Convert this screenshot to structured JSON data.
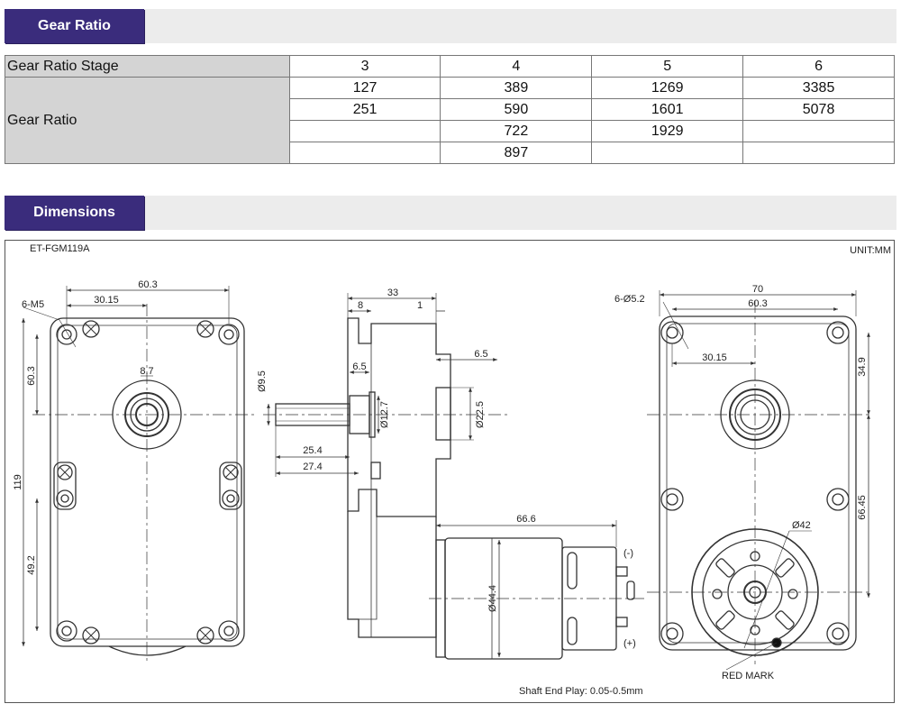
{
  "gear_ratio_section": {
    "title": "Gear Ratio",
    "table": {
      "stage_label": "Gear Ratio Stage",
      "ratio_label": "Gear Ratio",
      "stages": [
        "3",
        "4",
        "5",
        "6"
      ],
      "rows": [
        [
          "127",
          "389",
          "1269",
          "3385"
        ],
        [
          "251",
          "590",
          "1601",
          "5078"
        ],
        [
          "",
          "722",
          "1929",
          ""
        ],
        [
          "",
          "897",
          "",
          ""
        ]
      ]
    }
  },
  "dimensions_section": {
    "title": "Dimensions",
    "drawing": {
      "model": "ET-FGM119A",
      "unit": "UNIT:MM",
      "footer_note": "Shaft End Play: 0.05-0.5mm",
      "front_view": {
        "hole_note": "6-M5",
        "overall_width": "60.3",
        "hole_spacing": "30.15",
        "boss_dim": "8.7",
        "upper_height": "60.3",
        "overall_height": "119",
        "lower_height": "49.2"
      },
      "side_view": {
        "overall_depth": "33",
        "flange_left": "8",
        "flange_right": "1",
        "shaft_dia": "Ø9.5",
        "step_dim": "6.5",
        "boss_dia": "Ø12.7",
        "shaft_len_1": "25.4",
        "shaft_len_2": "27.4",
        "rear_step": "6.5",
        "rear_dia": "Ø22.5",
        "motor_len": "66.6",
        "motor_dia": "Ø44.4",
        "terminal_neg": "(-)",
        "terminal_pos": "(+)"
      },
      "rear_view": {
        "hole_note": "6-Ø5.2",
        "overall_width": "70",
        "hole_spacing": "60.3",
        "half_spacing": "30.15",
        "top_height": "34.9",
        "lower_height": "66.45",
        "motor_dia": "Ø42",
        "red_mark": "RED MARK"
      }
    }
  }
}
